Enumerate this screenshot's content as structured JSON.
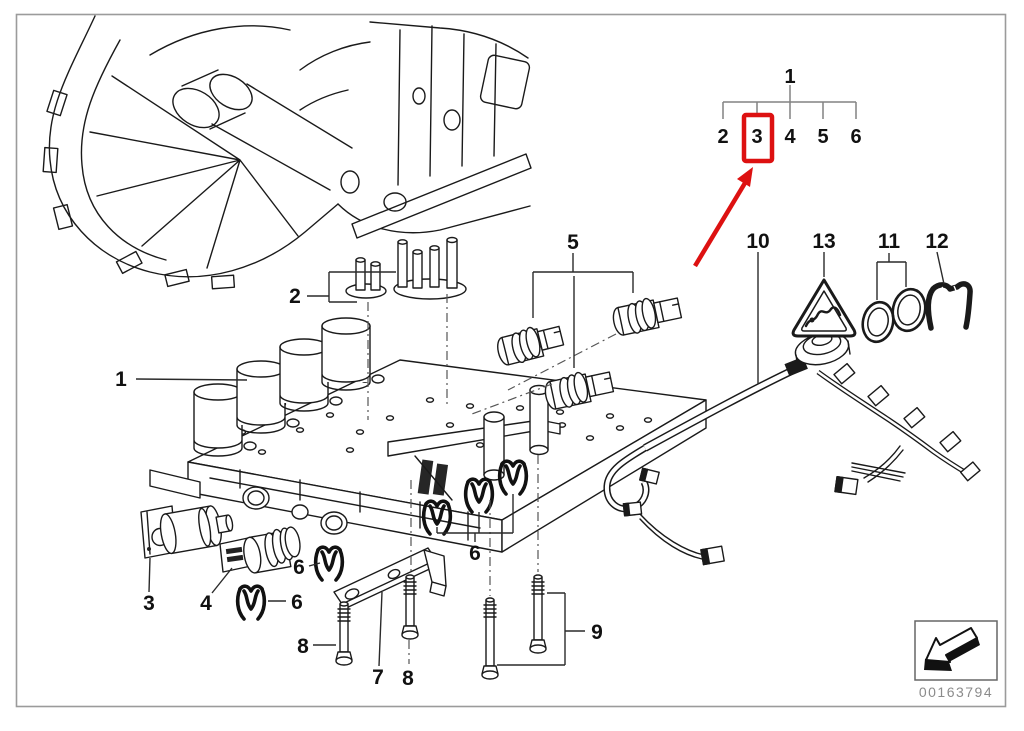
{
  "meta": {
    "description": "Automatic transmission control valve body parts diagram",
    "image_code": "00163794"
  },
  "colors": {
    "background": "#ffffff",
    "line_art": "#1a1a1a",
    "border": "#9b9b9b",
    "highlight_red": "#dd1111",
    "code_gray": "#8b8b8b"
  },
  "callout_tree": {
    "root": "1",
    "children": [
      "2",
      "3",
      "4",
      "5",
      "6"
    ],
    "highlighted_child": "3",
    "highlight_shape": "red-box",
    "annotation": "red-arrow-pointing-to-highlighted-item"
  },
  "part_labels": {
    "valve_body": "1",
    "pins": "2",
    "solenoid_bracket": "3",
    "solenoid_small": "4",
    "sensors": "5",
    "clip_a": "6",
    "clip_b": "6",
    "clip_group": "6",
    "guide_bracket": "7",
    "bolt_a": "8",
    "bolt_b": "8",
    "long_bolts": "9",
    "wiring_harness": "10",
    "o_rings": "11",
    "retainer_clip": "12",
    "warning_triangle": "13"
  },
  "footer": {
    "image_code": "00163794",
    "corner_icon": "down-left-arrow-icon"
  }
}
